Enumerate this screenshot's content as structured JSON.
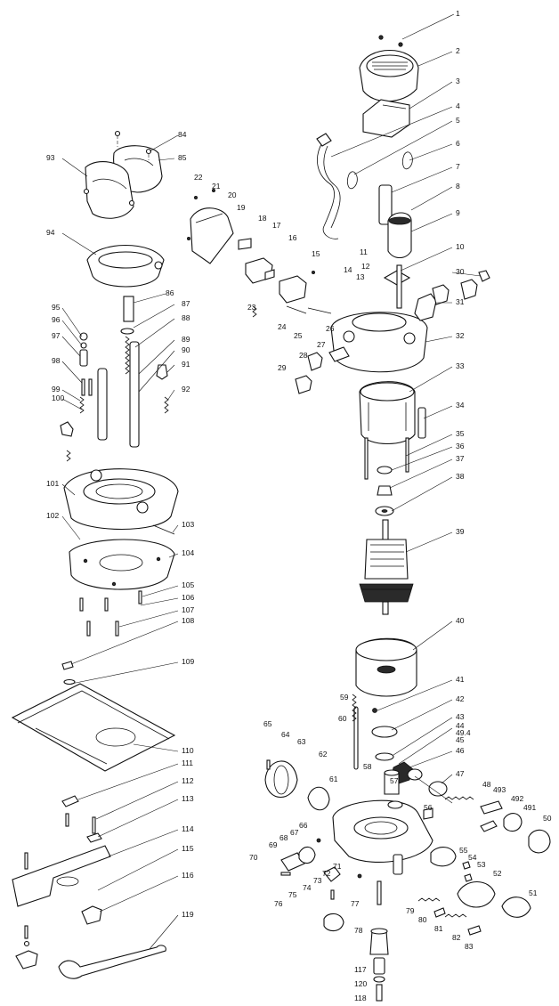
{
  "labels": {
    "p1": "1",
    "p2": "2",
    "p3": "3",
    "p4": "4",
    "p5": "5",
    "p6": "6",
    "p7": "7",
    "p8": "8",
    "p9": "9",
    "p10": "10",
    "p11": "11",
    "p12": "12",
    "p13": "13",
    "p14": "14",
    "p15": "15",
    "p16": "16",
    "p17": "17",
    "p18": "18",
    "p19": "19",
    "p20": "20",
    "p21": "21",
    "p22": "22",
    "p23": "23",
    "p24": "24",
    "p25": "25",
    "p26": "26",
    "p27": "27",
    "p28": "28",
    "p29": "29",
    "p30": "30",
    "p31": "31",
    "p32": "32",
    "p33": "33",
    "p34": "34",
    "p35": "35",
    "p36": "36",
    "p37": "37",
    "p38": "38",
    "p39": "39",
    "p40": "40",
    "p41": "41",
    "p42": "42",
    "p43": "43",
    "p44": "44",
    "p494": "49.4",
    "p45": "45",
    "p46": "46",
    "p47": "47",
    "p48": "48",
    "p493": "493",
    "p492": "492",
    "p491": "491",
    "p50": "50",
    "p51": "51",
    "p52": "52",
    "p53": "53",
    "p54": "54",
    "p55": "55",
    "p56": "56",
    "p57": "57",
    "p58": "58",
    "p59": "59",
    "p60": "60",
    "p61": "61",
    "p62": "62",
    "p63": "63",
    "p64": "64",
    "p65": "65",
    "p66": "66",
    "p67": "67",
    "p68": "68",
    "p69": "69",
    "p70": "70",
    "p71": "71",
    "p72": "72",
    "p73": "73",
    "p74": "74",
    "p75": "75",
    "p76": "76",
    "p77": "77",
    "p78": "78",
    "p79": "79",
    "p80": "80",
    "p81": "81",
    "p82": "82",
    "p83": "83",
    "p84": "84",
    "p85": "85",
    "p86": "86",
    "p87": "87",
    "p88": "88",
    "p89": "89",
    "p90": "90",
    "p91": "91",
    "p92": "92",
    "p93": "93",
    "p94": "94",
    "p95": "95",
    "p96": "96",
    "p97": "97",
    "p98": "98",
    "p99": "99",
    "p100": "100",
    "p101": "101",
    "p102": "102",
    "p103": "103",
    "p104": "104",
    "p105": "105",
    "p106": "106",
    "p107": "107",
    "p108": "108",
    "p109": "109",
    "p110": "110",
    "p111": "111",
    "p112": "112",
    "p113": "113",
    "p114": "114",
    "p115": "115",
    "p116": "116",
    "p117": "117",
    "p118": "118",
    "p119": "119",
    "p120": "120"
  }
}
